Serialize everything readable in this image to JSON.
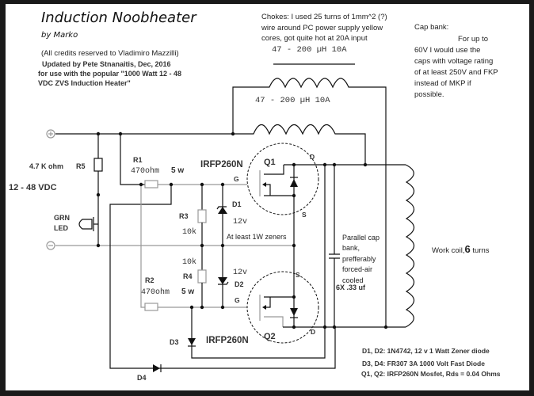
{
  "title": "Induction Noobheater",
  "author": "by Marko",
  "credits": "(All credits reserved to Vladimiro Mazzilli)",
  "update_lines": [
    "Updated by Pete Stnanaitis, Dec, 2016",
    "for use with the popular \"1000 Watt 12 - 48",
    "VDC ZVS Induction Heater\""
  ],
  "chokes_note": [
    "Chokes: I used 25 turns of 1mm^2 (?)",
    "wire around PC power supply yellow",
    "cores, got quite hot at 20A input"
  ],
  "choke_rating_1": "47 - 200 µH 10A",
  "choke_rating_2": "47 - 200 µH 10A",
  "cap_bank_note": [
    "Cap bank:",
    "For up to",
    "60V I would use the",
    "caps with voltage rating",
    "of at least 250V and FKP",
    "instead of MKP if",
    "possible."
  ],
  "labels": {
    "r5_value": "4.7 K ohm",
    "r5": "R5",
    "supply": "12 - 48 VDC",
    "led": [
      "GRN",
      "LED"
    ],
    "r1": "R1",
    "r1_value": "470ohm",
    "r1_watt": "5 w",
    "r2": "R2",
    "r2_value": "470ohm",
    "r2_watt": "5 w",
    "r3": "R3",
    "r3_value": "10k",
    "r4": "R4",
    "r4_value": "10k",
    "d1": "D1",
    "d1_value": "12v",
    "d2": "D2",
    "d2_value": "12v",
    "d3": "D3",
    "d4": "D4",
    "zener_note": "At least 1W zeners",
    "q1": "Q1",
    "q1_part": "IRFP260N",
    "q2": "Q2",
    "q2_part": "IRFP260N",
    "gate": "G",
    "drain": "D",
    "source": "S",
    "cap_desc": [
      "Parallel cap",
      "bank,",
      "prefferably",
      "forced-air",
      "cooled"
    ],
    "cap_value": "6X .33 uf",
    "work_coil_prefix": "Work coil,",
    "work_coil_turns": "6",
    "work_coil_suffix": " turns"
  },
  "parts_list": [
    "D1, D2: 1N4742, 12 v 1 Watt Zener diode",
    "D3, D4: FR307 3A 1000 Volt Fast Diode",
    "Q1, Q2: IRFP260N Mosfet, Rds = 0.04 Ohms"
  ]
}
